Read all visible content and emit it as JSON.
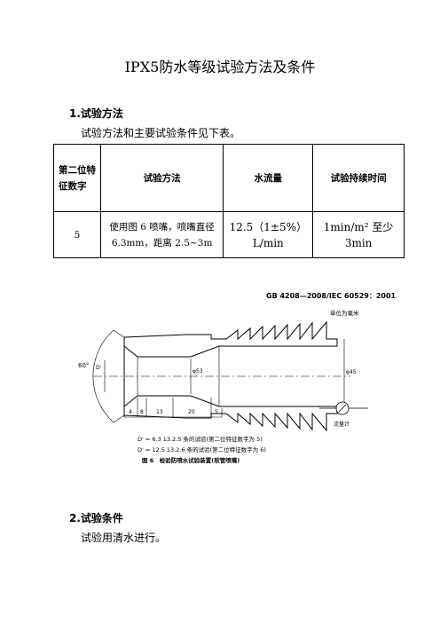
{
  "title": "IPX5防水等级试验方法及条件",
  "section1": {
    "heading": "1.试验方法",
    "intro": "试验方法和主要试验条件见下表。"
  },
  "table": {
    "headers": [
      "第二位特征数字",
      "试验方法",
      "水流量",
      "试验持续时间"
    ],
    "row": {
      "digit": "5",
      "method_line1": "使用图 6 喷嘴，喷嘴直径",
      "method_line2": "6.3mm，距离 2.5~3m",
      "flow_line1": "12.5（1±5%）",
      "flow_line2": "L/min",
      "duration_line1": "1min/m² 至少",
      "duration_line2": "3min"
    }
  },
  "figure": {
    "standard": "GB 4208—2008/IEC 60529：2001",
    "unit_note": "单位为毫米",
    "angle_label": "60°",
    "dprime_label": "D'",
    "inner_dia_label": "φ53",
    "outer_dia_label": "φ45",
    "dims": [
      "4",
      "8",
      "13",
      "20",
      "5"
    ],
    "flowmeter_label": "流量计",
    "note1": "D' = 6.3 13.2.5 条的试验(第二位特征数字为 5)",
    "note2": "D' = 12.5 13.2.6 条的试验(第二位特征数字为 6)",
    "caption": "图 6　检验防喷水试验装置(软管喷嘴)"
  },
  "section2": {
    "heading": "2.试验条件",
    "body": "试验用清水进行。"
  }
}
